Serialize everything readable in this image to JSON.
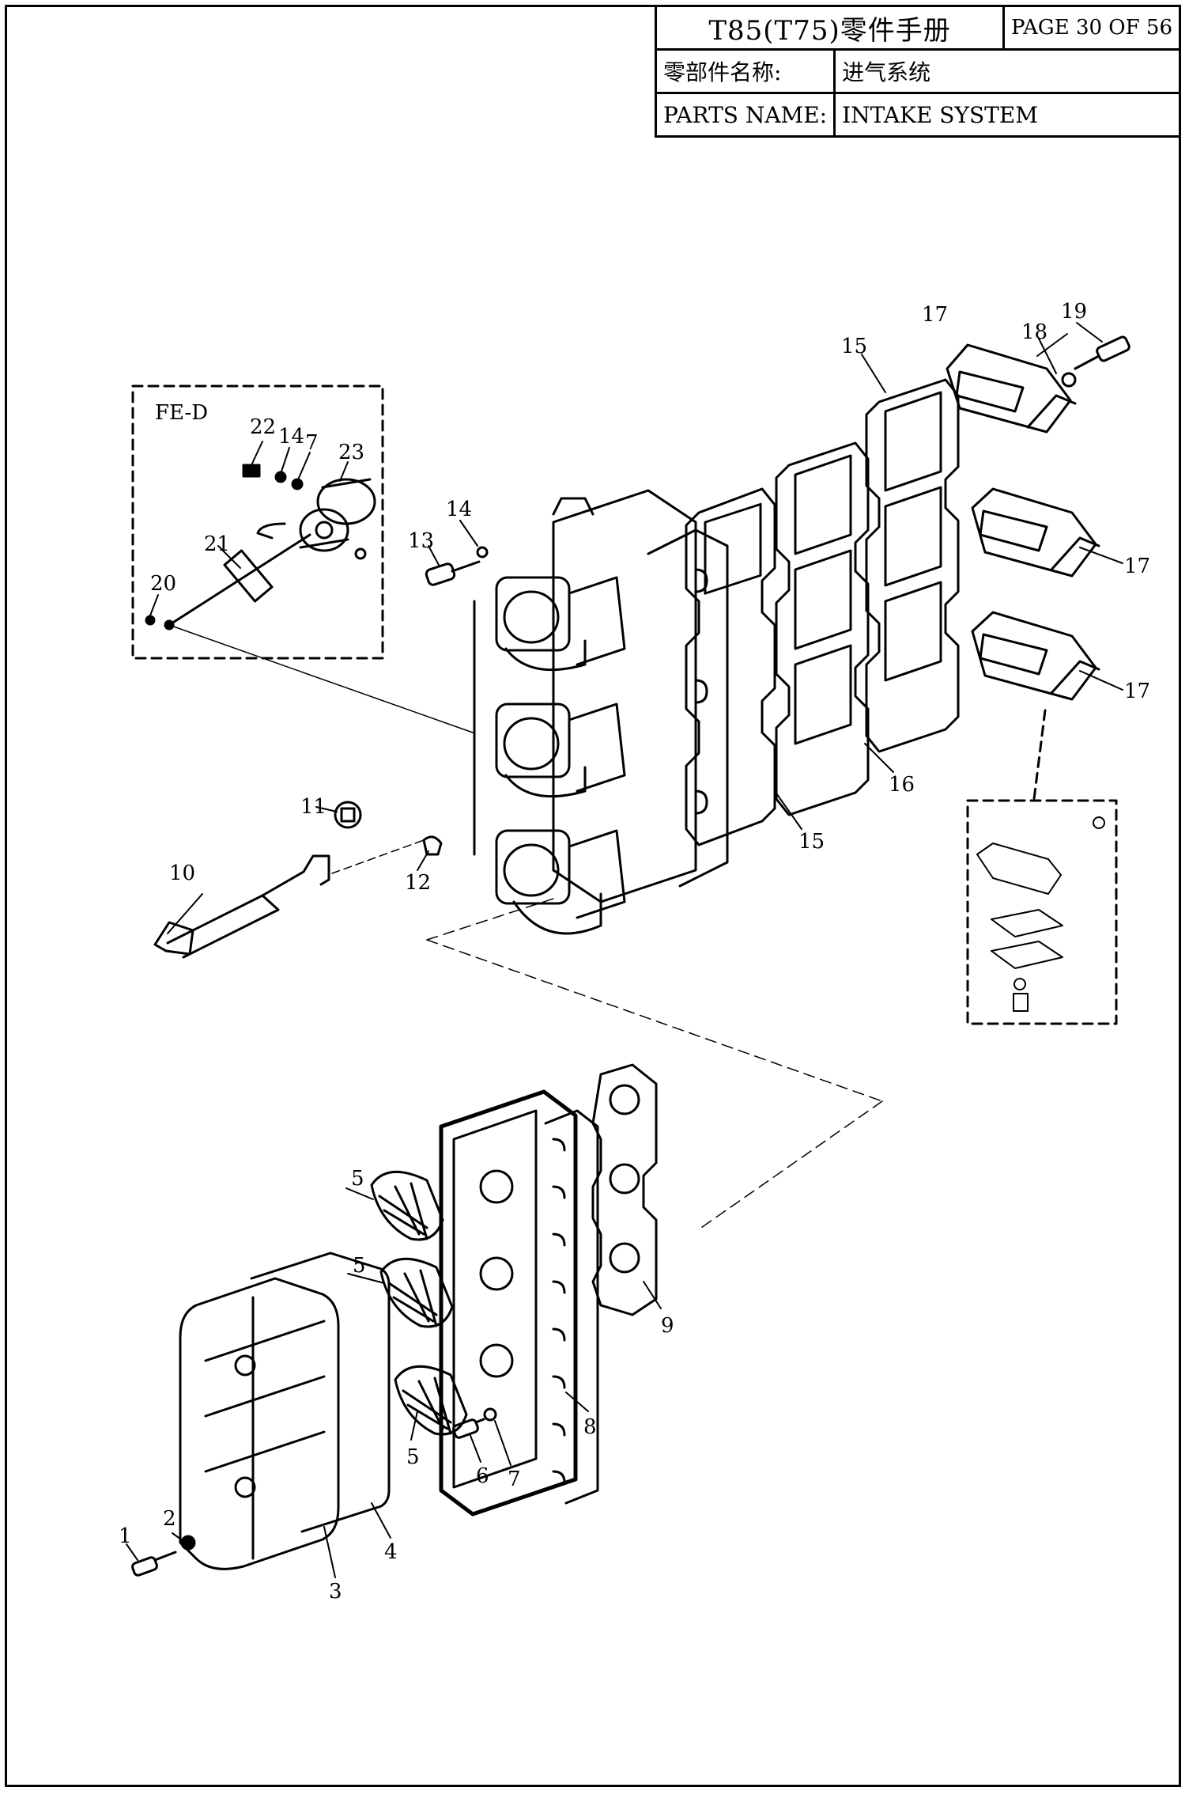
{
  "header": {
    "title": "T85(T75)零件手册",
    "page": "PAGE 30 OF 56",
    "name_cn_key": "零部件名称:",
    "name_cn_value": "进气系统",
    "name_en_key": "PARTS NAME:",
    "name_en_value": "INTAKE SYSTEM"
  },
  "diagram": {
    "inset_title": "FE-D",
    "callouts": [
      "1",
      "2",
      "3",
      "4",
      "5",
      "5",
      "5",
      "6",
      "7",
      "8",
      "9",
      "10",
      "11",
      "12",
      "13",
      "14",
      "15",
      "15",
      "16",
      "17",
      "17",
      "17",
      "18",
      "19",
      "20",
      "21",
      "22",
      "14",
      "7",
      "23"
    ]
  }
}
